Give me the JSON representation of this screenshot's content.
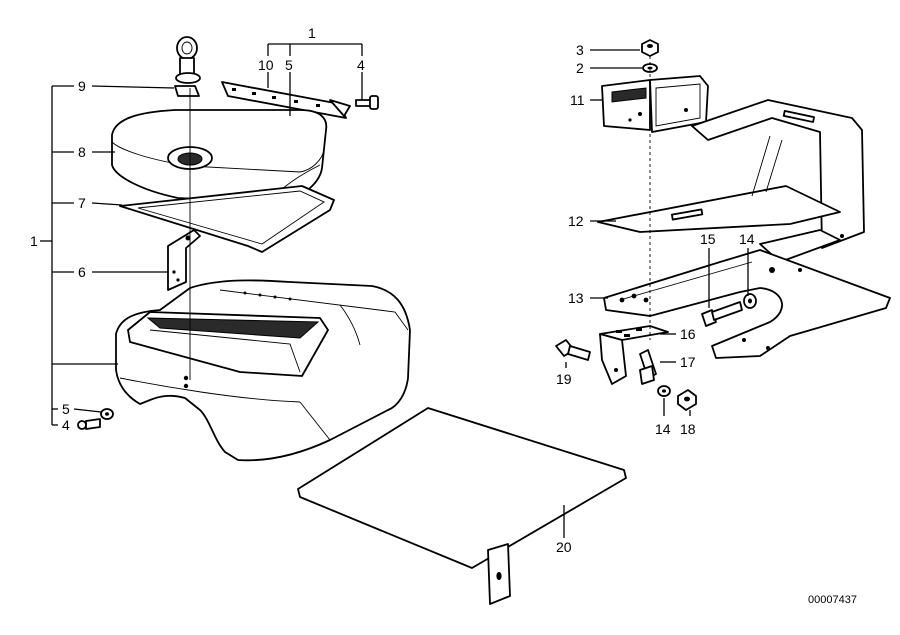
{
  "labels": {
    "p1a": "1",
    "p1b": "1",
    "p2": "2",
    "p3": "3",
    "p4a": "4",
    "p4b": "4",
    "p5a": "5",
    "p5b": "5",
    "p6": "6",
    "p7": "7",
    "p8": "8",
    "p9": "9",
    "p10": "10",
    "p11": "11",
    "p12": "12",
    "p13": "13",
    "p14a": "14",
    "p14b": "14",
    "p15": "15",
    "p16": "16",
    "p17": "17",
    "p18": "18",
    "p19": "19",
    "p20": "20"
  },
  "document_id": "00007437"
}
